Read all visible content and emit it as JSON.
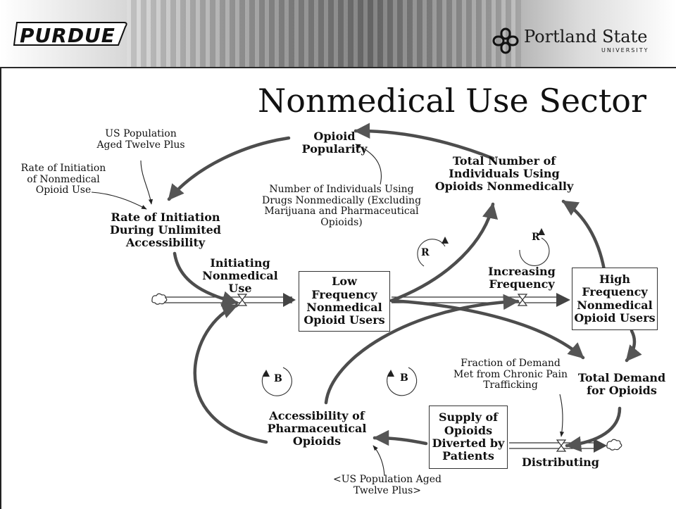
{
  "header": {
    "left_logo": "PURDUE",
    "right_logo_name": "Portland State",
    "right_logo_sub": "UNIVERSITY"
  },
  "title": "Nonmedical Use Sector",
  "stocks": {
    "low": "Low Frequency Nonmedical Opioid Users",
    "high": "High Frequency Nonmedical Opioid Users",
    "supply": "Supply of Opioids Diverted by Patients"
  },
  "flows": {
    "initiating": "Initiating Nonmedical Use",
    "increasing": "Increasing Frequency",
    "distributing": "Distributing"
  },
  "variables": {
    "popularity": "Opioid Popularity",
    "total_individuals": "Total Number of Individuals Using Opioids Nonmedically",
    "rate_initiation_unlimited": "Rate of Initiation During Unlimited Accessibility",
    "total_demand": "Total Demand for Opioids",
    "accessibility": "Accessibility of Pharmaceutical Opioids"
  },
  "parameters": {
    "us_population": "US Population Aged Twelve Plus",
    "rate_initiation": "Rate of Initiation of Nonmedical Opioid Use",
    "drugs_nonmedically": "Number of Individuals Using Drugs Nonmedically (Excluding Marijuana and Pharmaceutical Opioids)",
    "fraction_demand": "Fraction of Demand Met from Chronic Pain Trafficking",
    "us_population_shadow": "<US Population Aged Twelve Plus>"
  },
  "loops": {
    "r1": "R",
    "r2": "R",
    "b1": "B",
    "b2": "B"
  }
}
